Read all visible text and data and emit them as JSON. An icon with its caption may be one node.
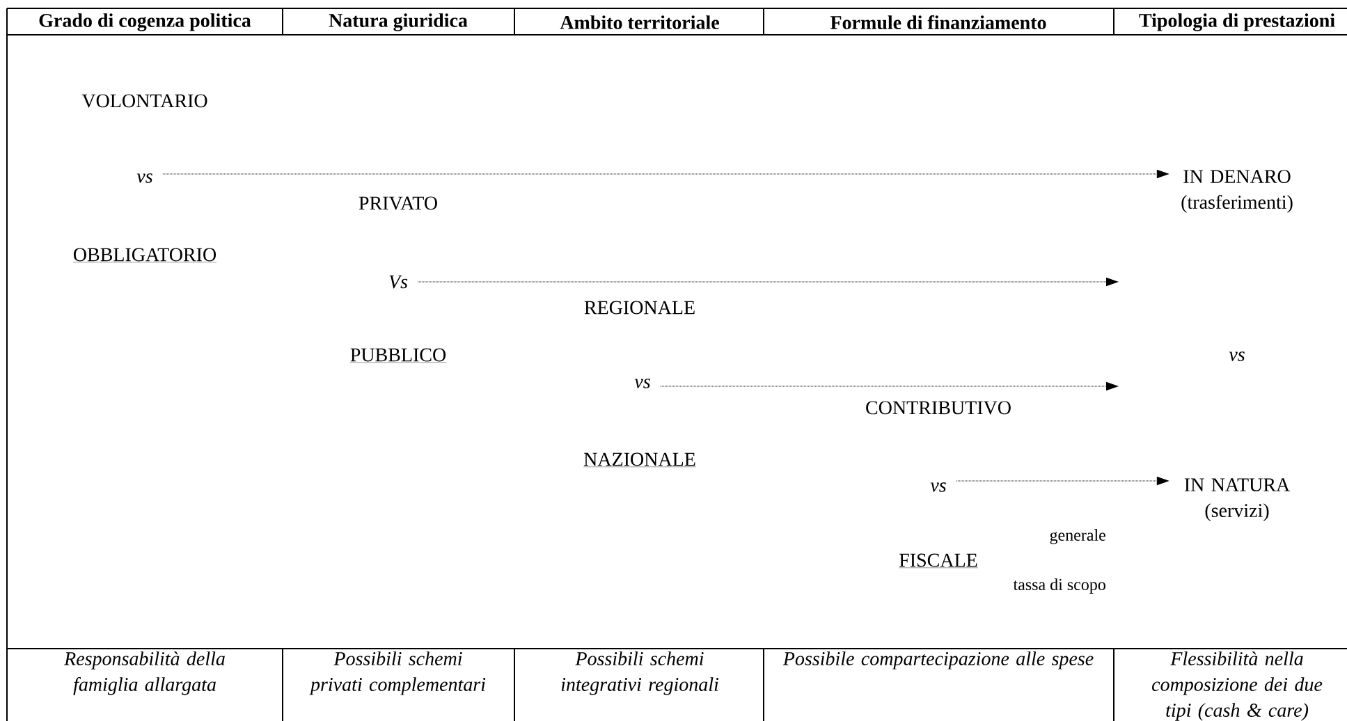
{
  "diagram": {
    "nodes": [
      {
        "text": [
          "vs"
        ]
      },
      {
        "text": [
          "IN DENARO (trasferimenti)"
        ]
      },
      {
        "text": [
          "Vs"
        ]
      },
      {
        "text": [
          "vs"
        ]
      },
      {
        "text": [
          "vs"
        ]
      },
      {
        "text": [
          "IN NATURA (servizi)"
        ]
      }
    ],
    "edges": [
      {
        "from": 0,
        "to": 1,
        "arrow": "to"
      },
      {
        "from": 2,
        "to": null,
        "arrow": "to"
      },
      {
        "from": 3,
        "to": null,
        "arrow": "to"
      },
      {
        "from": 4,
        "to": 5,
        "arrow": "to"
      }
    ],
    "labels": [
      "Grado di cogenza politica",
      "Natura giuridica",
      "Ambito territoriale",
      "Formule di finanziamento",
      "Tipologia di prestazioni",
      "VOLONTARIO",
      "PRIVATO",
      "OBBLIGATORIO",
      "REGIONALE",
      "PUBBLICO",
      "vs",
      "CONTRIBUTIVO",
      "NAZIONALE",
      "generale",
      "FISCALE",
      "tassa di scopo",
      "Responsabilità della famiglia allargata",
      "Possibili schemi privati complementari",
      "Possibili schemi integrativi regionali",
      "Possibile compartecipazione alle spese",
      "Flessibilità nella composizione dei due tipi (cash & care)"
    ]
  }
}
